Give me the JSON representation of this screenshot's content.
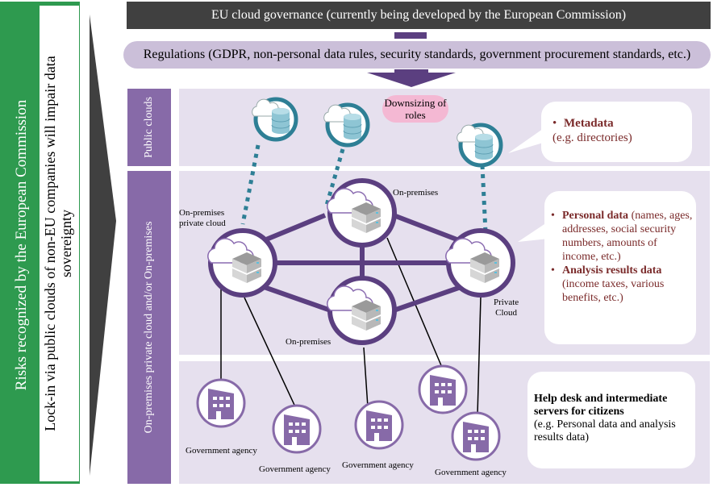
{
  "risk_panel": {
    "title": "Risks recognized by the European Commission",
    "description": "Lock-in via public clouds of non-EU companies will impair data sovereignty"
  },
  "header": {
    "governance": "EU cloud governance (currently being developed by the European Commission)",
    "regulations": "Regulations (GDPR, non-personal data rules, security standards, government procurement standards, etc.)"
  },
  "sections": {
    "public": "Public clouds",
    "onprem": "On-premises private cloud and/or On-premises"
  },
  "public_clouds": {
    "downsizing_line1": "Downsizing of",
    "downsizing_line2": "roles",
    "metadata_title": "Metadata",
    "metadata_desc": "(e.g. directories)",
    "bullet": "•"
  },
  "nodes": {
    "left_line1": "On-premises",
    "left_line2": "private cloud",
    "top": "On-premises",
    "bottom": "On-premises",
    "right_line1": "Private",
    "right_line2": "Cloud"
  },
  "personal_box": {
    "bullet": "•",
    "personal_title": "Personal data",
    "personal_desc": " (names, ages, addresses, social security numbers, amounts of income, etc.)",
    "analysis_title": "Analysis results data",
    "analysis_desc": "(income taxes, various benefits, etc.)"
  },
  "agencies": {
    "labels": [
      "Government agency",
      "Government agency",
      "Government agency",
      "Government agency"
    ]
  },
  "help_box": {
    "title": "Help desk and  intermediate servers for citizens",
    "desc": "(e.g. Personal data and analysis results data)"
  },
  "colors": {
    "risk_green": "#2e9a4f",
    "governance_dark": "#404040",
    "regulation_lavender": "#cbbfd9",
    "section_purple": "#876aa8",
    "band_bg": "#e6e0ee",
    "network_purple": "#5b3f80",
    "public_teal": "#2e7f95",
    "downsizing_pink": "#f4b8d3",
    "data_text_red": "#7a2a2a"
  }
}
